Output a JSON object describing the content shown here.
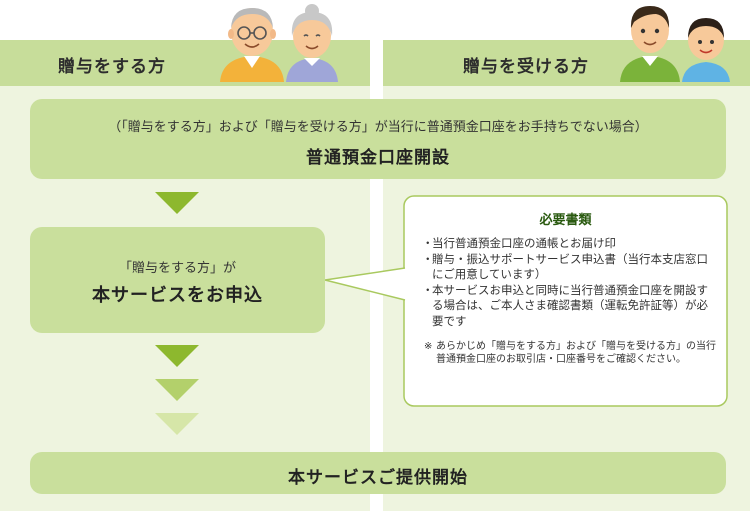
{
  "header": {
    "giver_label": "贈与をする方",
    "receiver_label": "贈与を受ける方"
  },
  "step_open_account": {
    "note": "（「贈与をする方」および「贈与を受ける方」が当行に普通預金口座をお手持ちでない場合）",
    "title": "普通預金口座開設"
  },
  "step_apply": {
    "subject": "「贈与をする方」が",
    "action": "本サービスをお申込"
  },
  "required_docs": {
    "title": "必要書類",
    "bullet": "・",
    "items": [
      "当行普通預金口座の通帳とお届け印",
      "贈与・振込サポートサービス申込書（当行本支店窓口にご用意しています）",
      "本サービスお申込と同時に当行普通預金口座を開設する場合は、ご本人さま確認書類（運転免許証等）が必要です"
    ],
    "note_mark": "※",
    "note": "あらかじめ「贈与をする方」および「贈与を受ける方」の当行普通預金口座のお取引店・口座番号をご確認ください。"
  },
  "step_start": {
    "title": "本サービスご提供開始"
  },
  "colors": {
    "header_bg": "#c7dd9a",
    "column_bg": "#eef4df",
    "box_bg": "#c9df9c",
    "arrow_dark": "#8db82e",
    "arrow_mid": "#b3d06b",
    "arrow_light": "#d6e6a8",
    "callout_border": "#a9c95f"
  },
  "icons": {
    "giver_people": "elderly-couple-icon",
    "receiver_people": "father-and-son-icon"
  }
}
